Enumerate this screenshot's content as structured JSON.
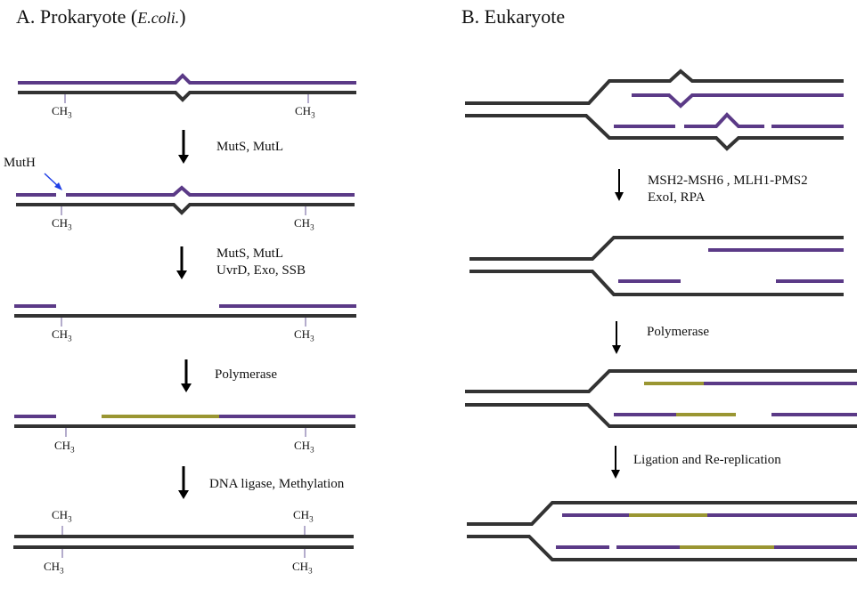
{
  "colors": {
    "template": "#333333",
    "new": "#5b3a87",
    "synth": "#9a9632",
    "arrow": "#000000",
    "muth": "#1f3fe6"
  },
  "panel_a": {
    "title": "A. Prokaryote",
    "title_species": "E.coli.",
    "steps": [
      {
        "label": [
          "MutS, MutL"
        ]
      },
      {
        "label": [
          "MutS, MutL",
          "UvrD, Exo, SSB"
        ]
      },
      {
        "label": [
          "Polymerase"
        ]
      },
      {
        "label": [
          "DNA ligase, Methylation"
        ]
      }
    ],
    "muth_label": "MutH",
    "methyl_label": "CH",
    "methyl_sub": "3"
  },
  "panel_b": {
    "title": "B. Eukaryote",
    "steps": [
      {
        "label": [
          "MSH2-MSH6 , MLH1-PMS2",
          "ExoI, RPA"
        ]
      },
      {
        "label": [
          "Polymerase"
        ]
      },
      {
        "label": [
          "Ligation and Re-replication"
        ]
      }
    ]
  }
}
